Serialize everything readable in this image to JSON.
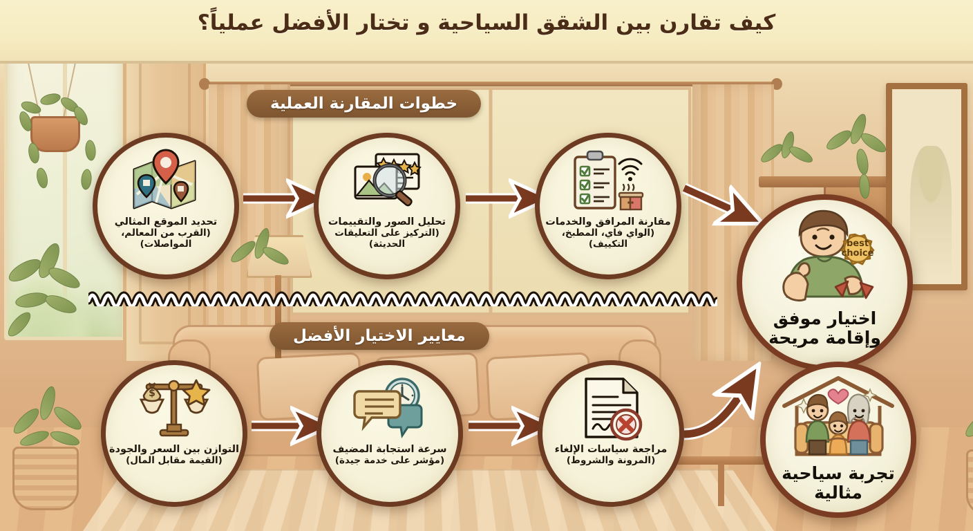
{
  "title": "كيف تقارن بين الشقق السياحية و تختار الأفضل عملياً؟",
  "sections": [
    {
      "id": "steps",
      "heading": "خطوات المقارنة العملية"
    },
    {
      "id": "criteria",
      "heading": "معايير الاختيار الأفضل"
    }
  ],
  "steps": [
    {
      "icon": "map-pin-icon",
      "line1": "تحديد الموقع المثالي",
      "line2": "(القرب من المعالم،",
      "line3": "المواصلات)"
    },
    {
      "icon": "photo-magnifier-stars-icon",
      "line1": "تحليل الصور والتقييمات",
      "line2": "(التركيز على التعليقات",
      "line3": "الحديثة)"
    },
    {
      "icon": "clipboard-checklist-wifi-stove-icon",
      "line1": "مقارنة المرافق والخدمات",
      "line2": "(الواي فاي، المطبخ،",
      "line3": "التكييف)"
    }
  ],
  "criteria": [
    {
      "icon": "balance-scale-money-star-icon",
      "line1": "التوازن بين السعر والجودة",
      "line2": "(القيمة مقابل المال)",
      "line3": ""
    },
    {
      "icon": "chat-bubbles-clock-icon",
      "line1": "سرعة استجابة المضيف",
      "line2": "(مؤشر على خدمة جيدة)",
      "line3": ""
    },
    {
      "icon": "document-cancel-icon",
      "line1": "مراجعة سياسات الإلغاء",
      "line2": "(المرونة والشروط)",
      "line3": ""
    }
  ],
  "results": [
    {
      "icon": "thumbs-up-person-badge-icon",
      "badge_text_line1": "best",
      "badge_text_line2": "choice",
      "line1": "اختيار موفق",
      "line2": "وإقامة مريحة"
    },
    {
      "icon": "family-house-icon",
      "line1": "تجربة سياحية",
      "line2": "مثالية"
    }
  ],
  "colors": {
    "title_text": "#4a2c17",
    "section_header_bg": "#8a5e36",
    "section_header_text": "#ffffff",
    "circle_border": "#6d3b22",
    "circle_fill": "#f5f1d8",
    "result_border": "#7a3c22",
    "arrow": "#7a3a20",
    "arrow_outline": "#ffffff",
    "divider": "#ffffff",
    "background": "#e8c79a",
    "accent_green": "#8aa05a",
    "accent_gold": "#e0a93f",
    "accent_red": "#cf5b47"
  }
}
